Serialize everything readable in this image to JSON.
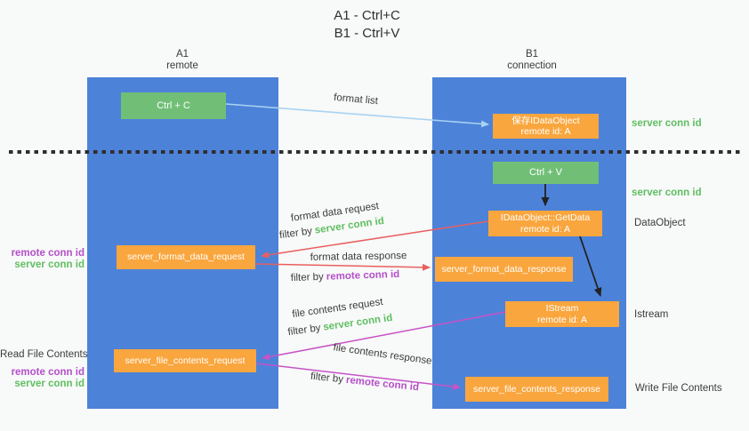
{
  "title": {
    "line1": "A1 - Ctrl+C",
    "line2": "B1 - Ctrl+V"
  },
  "columns": {
    "a1": {
      "name": "A1",
      "subtitle": "remote"
    },
    "b1": {
      "name": "B1",
      "subtitle": "connection"
    }
  },
  "nodes": {
    "ctrl_c": {
      "label": "Ctrl + C"
    },
    "save_dataobject": {
      "line1": "保存IDataObject",
      "line2": "remote id: A"
    },
    "ctrl_v": {
      "label": "Ctrl + V"
    },
    "getdata": {
      "line1": "IDataObject::GetData",
      "line2": "remote id: A"
    },
    "format_request": {
      "label": "server_format_data_request"
    },
    "format_response": {
      "label": "server_format_data_response"
    },
    "istream": {
      "line1": "IStream",
      "line2": "remote id: A"
    },
    "file_request": {
      "label": "server_file_contents_request"
    },
    "file_response": {
      "label": "server_file_contents_response"
    }
  },
  "side_labels": {
    "server_conn_top": "server conn id",
    "server_conn_mid": "server conn id",
    "dataobject": "DataObject",
    "istream": "Istream",
    "write_file": "Write File Contents",
    "remote_conn_left1": "remote conn id",
    "server_conn_left1": "server conn id",
    "read_file": "Read File Contents",
    "remote_conn_left2": "remote conn id",
    "server_conn_left2": "server conn id"
  },
  "arrow_labels": {
    "format_list": "format list",
    "format_data_request": "format data request",
    "format_data_response": "format data response",
    "file_contents_request": "file contents request",
    "file_contents_response": "file contents response",
    "filter_by": "filter by",
    "filter_server_conn": "server conn id",
    "filter_remote_conn": "remote conn id"
  },
  "colors": {
    "col-blue": "#4d82d9",
    "box-green": "#71bf77",
    "box-orange": "#f9a63e",
    "arrow-blue": "#a8d2f2",
    "arrow-red": "#e86060",
    "arrow-magenta": "#c653c6",
    "arrow-black": "#222222",
    "text-green": "#5fbf61",
    "text-purple": "#b44fc8",
    "text-dark": "#3c3c3c",
    "bg": "#f8f9f9"
  }
}
